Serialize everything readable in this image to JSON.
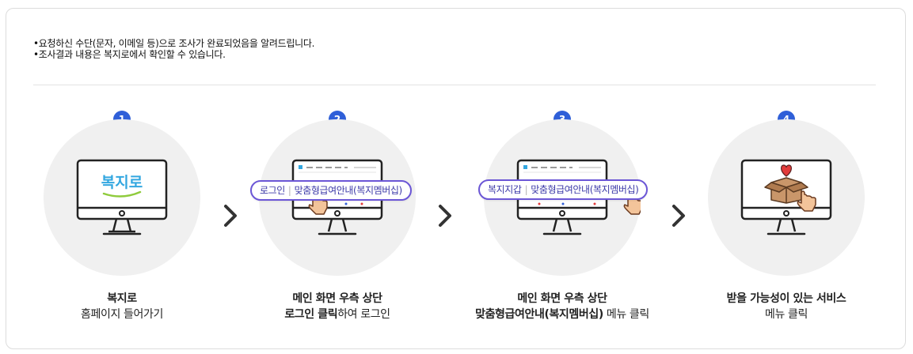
{
  "notice": {
    "line1": "•요청하신 수단(문자, 이메일 등)으로 조사가 완료되었음을 알려드립니다.",
    "line2": "•조사결과 내용은 복지로에서 확인할 수 있습니다."
  },
  "steps": [
    {
      "number": "1",
      "logo_text": "복지로",
      "caption_line1": "복지로",
      "caption_line2": "홈페이지 들어가기"
    },
    {
      "number": "2",
      "pill_left": "로그인",
      "pill_sep": "|",
      "pill_right": "맞춤형급여안내(복지멤버십)",
      "caption_line1": "메인 화면 우측 상단",
      "caption_line2_bold": "로그인 클릭",
      "caption_line2_rest": "하여 로그인"
    },
    {
      "number": "3",
      "pill_left": "복지지갑",
      "pill_sep": "|",
      "pill_right": "맞춤형급여안내(복지멤버십)",
      "caption_line1": "메인 화면 우측 상단",
      "caption_line2_bold": "맞춤형급여안내(복지멤버십)",
      "caption_line2_rest": " 메뉴 클릭"
    },
    {
      "number": "4",
      "caption_line1": "받을 가능성이 있는 서비스",
      "caption_line2": "메뉴 클릭"
    }
  ],
  "icons": {
    "step_number": "number-badge-icon",
    "monitor": "monitor-icon",
    "hand": "pointing-hand-icon",
    "box": "gift-box-icon",
    "heart": "heart-icon",
    "arrow": "chevron-right-icon"
  },
  "colors": {
    "accent": "#2f5fd8",
    "pill_border": "#6b56d6",
    "logo": "#33a7e0",
    "heart": "#e23b3b",
    "box": "#b9875a",
    "circle_bg": "#f0f0f0"
  }
}
